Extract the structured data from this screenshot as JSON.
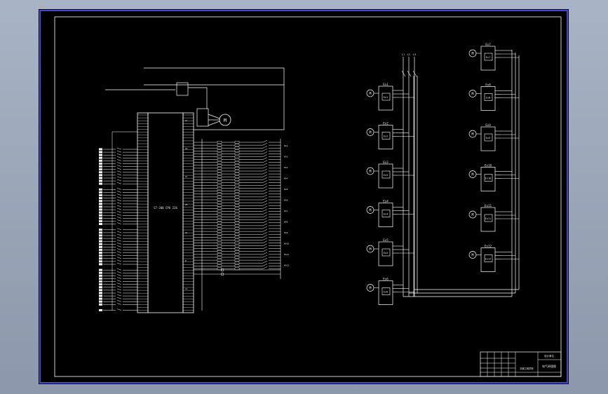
{
  "window": {
    "background_top": "#a9b3c6",
    "background_bottom": "#8d97ab"
  },
  "sheet": {
    "background": "#000000",
    "frame_color": "#3a4fd0",
    "line_color": "#ffffff"
  },
  "plc": {
    "model_label": "S7-200 CPU 226"
  },
  "motor": {
    "label": "M"
  },
  "terminal_labels": [
    "1L",
    "1M",
    "2L",
    "2M",
    "3L",
    "N",
    "L1"
  ],
  "relay_labels": [
    "KA1",
    "KA2",
    "KA3",
    "KA4",
    "KA5",
    "KA6",
    "KA7",
    "KA8",
    "KA9",
    "KA10",
    "KA11",
    "KA12"
  ],
  "fans": {
    "left": [
      "Ex1",
      "Ex2",
      "Ex3",
      "Ex4",
      "Ex5",
      "Ex6"
    ],
    "right": [
      "Ex7",
      "Ex8",
      "Ex9",
      "Ex10",
      "Ex11",
      "Ex12"
    ],
    "symbol": "M"
  },
  "supply": {
    "labels": [
      "L1",
      "L2",
      "L3"
    ]
  },
  "title_block": {
    "drawing_name": "电气原理图",
    "company": "设计单位",
    "row_text": "机械工程学院"
  }
}
